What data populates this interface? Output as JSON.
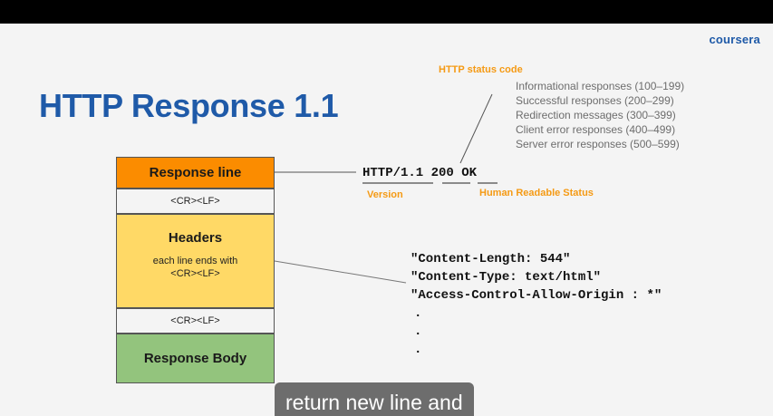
{
  "brand": "coursera",
  "slide": {
    "title": "HTTP Response 1.1",
    "status_code_label": "HTTP status code",
    "status_categories": [
      "Informational responses (100–199)",
      "Successful responses (200–299)",
      "Redirection messages (300–399)",
      "Client error responses (400–499)",
      "Server error responses (500–599)"
    ],
    "status_line": {
      "version": "HTTP/1.1",
      "code": "200",
      "text": "OK"
    },
    "version_label": "Version",
    "readable_status_label": "Human Readable Status",
    "boxes": {
      "response_line": "Response line",
      "crlf": "<CR><LF>",
      "headers": "Headers",
      "headers_note_line1": "each line ends with",
      "headers_note_line2": "<CR><LF>",
      "response_body": "Response Body"
    },
    "header_lines": [
      "\"Content-Length: 544\"",
      "\"Content-Type: text/html\"",
      "\"Access-Control-Allow-Origin : *\""
    ],
    "dots": [
      ".",
      ".",
      "."
    ]
  },
  "caption": "return new line and",
  "colors": {
    "title": "#1f5aa8",
    "accent_orange": "#f59a14",
    "response_line_box": "#fb8c00",
    "headers_box": "#ffd966",
    "body_box": "#93c47d"
  }
}
